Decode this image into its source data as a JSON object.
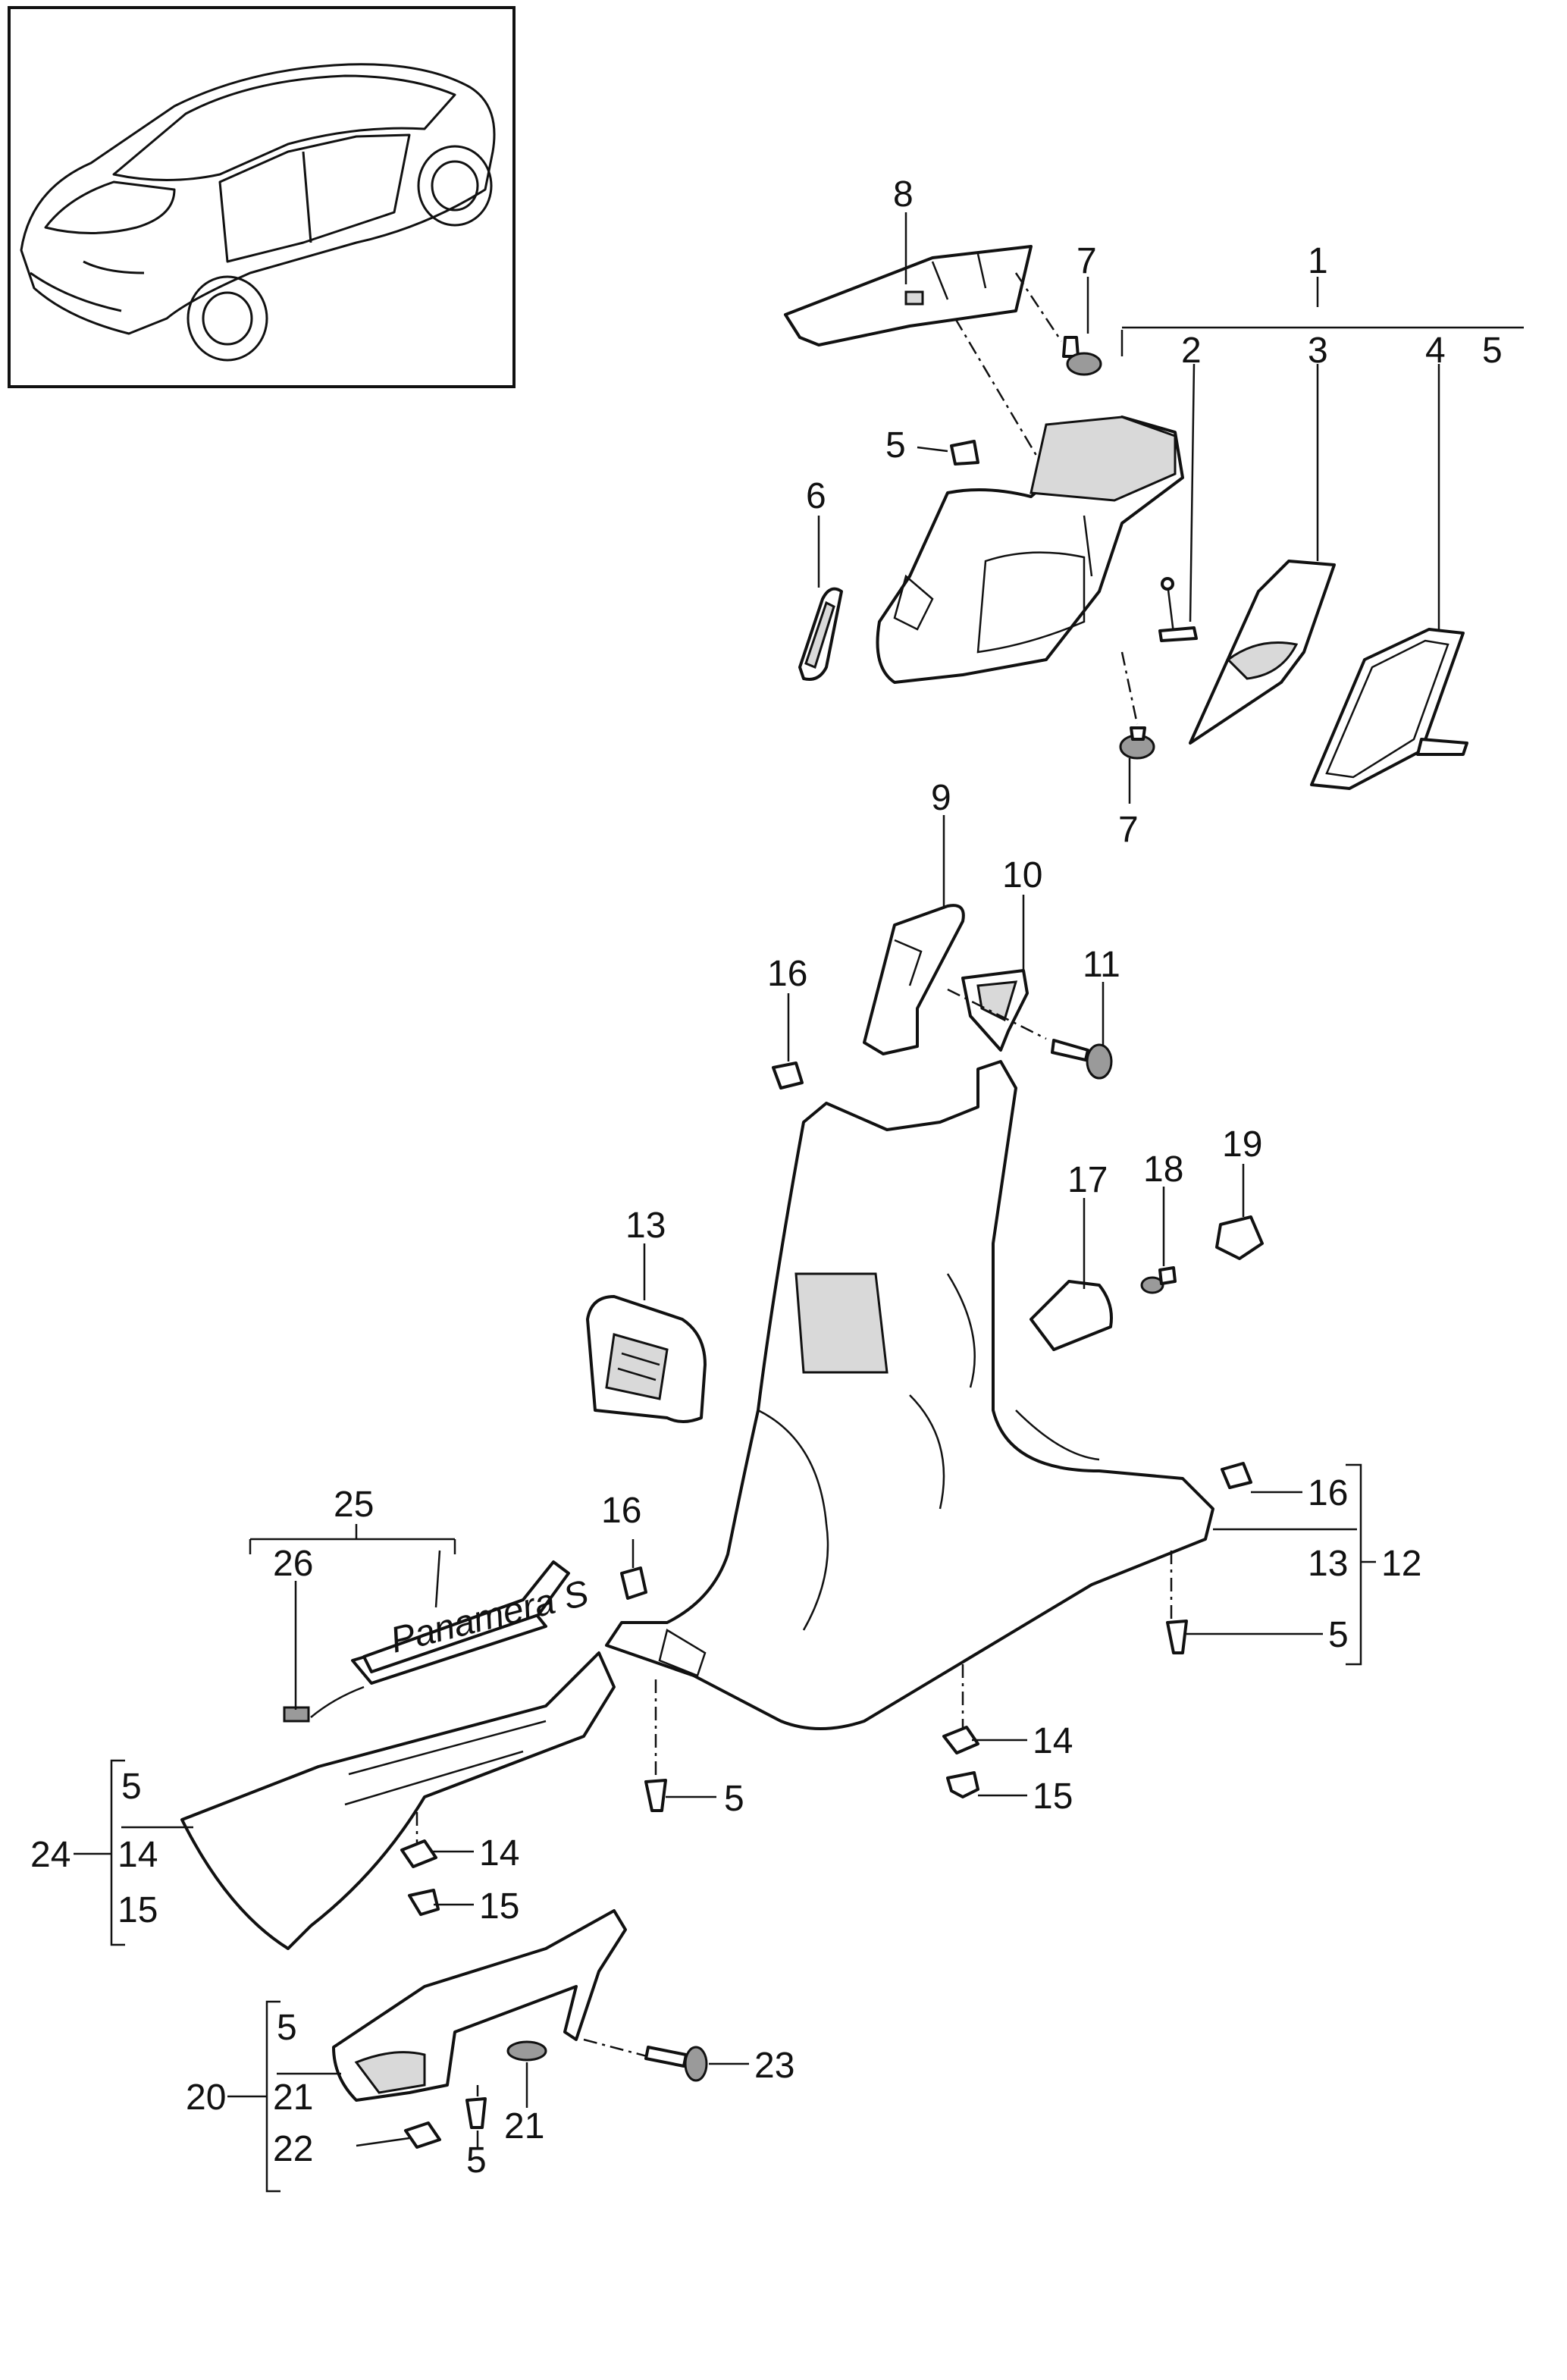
{
  "callouts": {
    "c1": "1",
    "c2": "2",
    "c3": "3",
    "c4": "4",
    "c5_top": "5",
    "c5_a": "5",
    "c6": "6",
    "c7_a": "7",
    "c7_b": "7",
    "c8": "8",
    "c9": "9",
    "c10": "10",
    "c11": "11",
    "c13_a": "13",
    "c16_a": "16",
    "c16_b": "16",
    "c16_c": "16",
    "c17": "17",
    "c18": "18",
    "c19": "19",
    "c12": "12",
    "c13_b": "13",
    "c5_b": "5",
    "c14_a": "14",
    "c15_a": "15",
    "c5_c": "5",
    "c25": "25",
    "c26": "26",
    "c24": "24",
    "c5_d": "5",
    "c14_b": "14",
    "c15_b": "15",
    "c14_c": "14",
    "c15_c": "15",
    "c20": "20",
    "c5_e": "5",
    "c21_a": "21",
    "c22": "22",
    "c5_f": "5",
    "c21_b": "21",
    "c23": "23"
  },
  "sill_script": "Panamera S",
  "icons": [
    "car-overview-thumbnail",
    "screw-icon",
    "clip-icon",
    "plug-icon",
    "air-vent-icon",
    "grab-handle-icon"
  ]
}
